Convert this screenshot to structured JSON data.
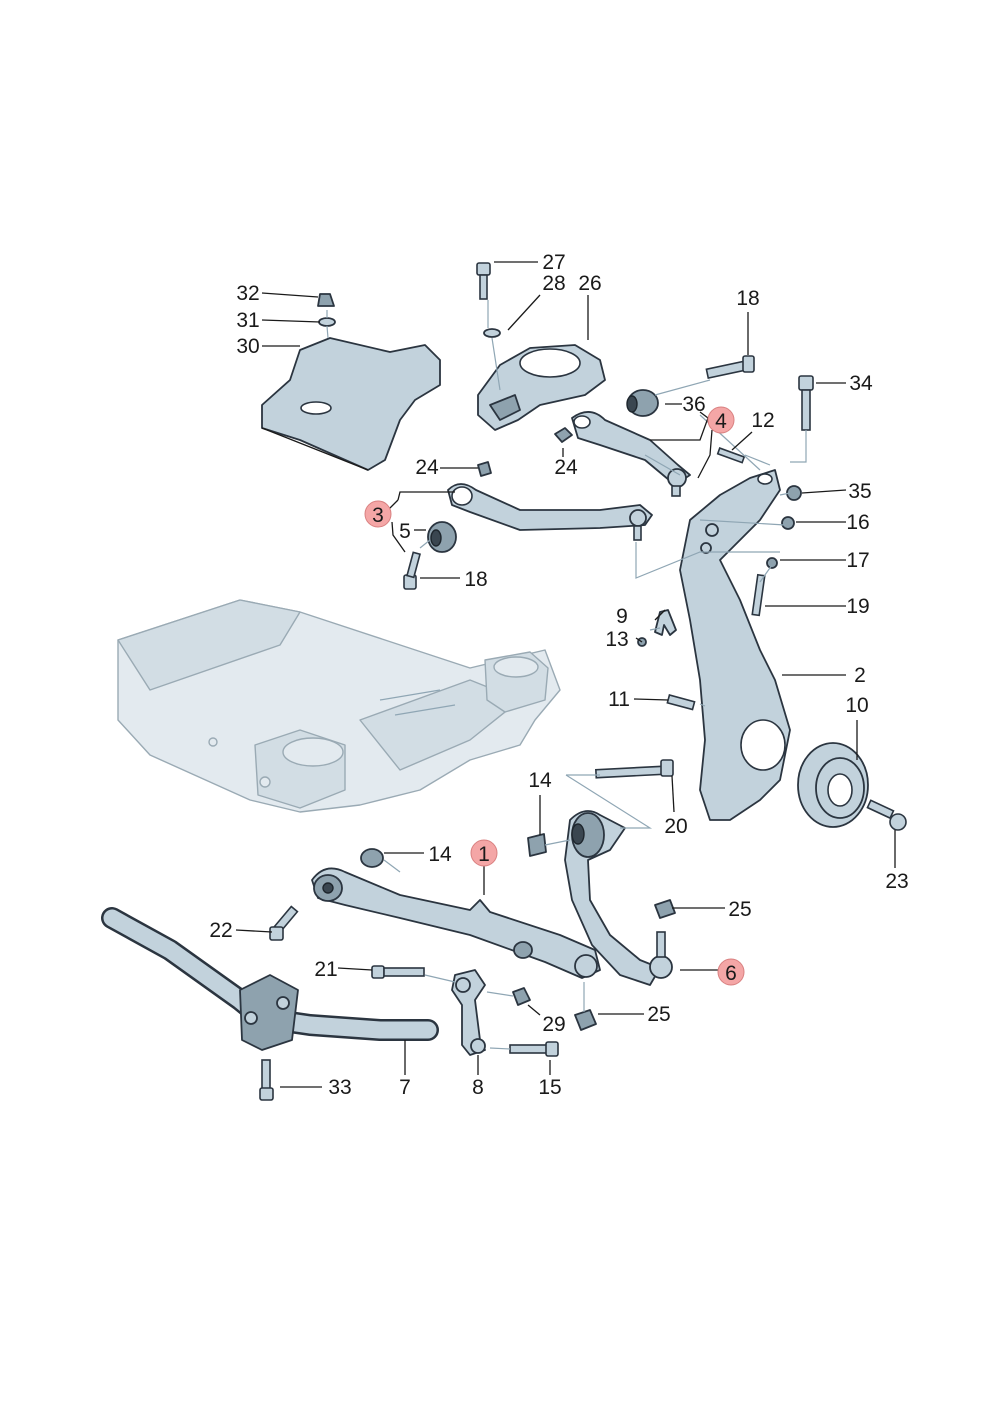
{
  "diagram": {
    "callouts": [
      {
        "id": "c1",
        "text": "1",
        "highlight": true
      },
      {
        "id": "c2",
        "text": "2"
      },
      {
        "id": "c3",
        "text": "3",
        "highlight": true
      },
      {
        "id": "c4",
        "text": "4",
        "highlight": true
      },
      {
        "id": "c5",
        "text": "5"
      },
      {
        "id": "c6",
        "text": "6",
        "highlight": true
      },
      {
        "id": "c7",
        "text": "7"
      },
      {
        "id": "c8",
        "text": "8"
      },
      {
        "id": "c9",
        "text": "9"
      },
      {
        "id": "c10",
        "text": "10"
      },
      {
        "id": "c11",
        "text": "11"
      },
      {
        "id": "c12",
        "text": "12"
      },
      {
        "id": "c13",
        "text": "13"
      },
      {
        "id": "c14a",
        "text": "14"
      },
      {
        "id": "c14b",
        "text": "14"
      },
      {
        "id": "c15",
        "text": "15"
      },
      {
        "id": "c16",
        "text": "16"
      },
      {
        "id": "c17",
        "text": "17"
      },
      {
        "id": "c18a",
        "text": "18"
      },
      {
        "id": "c18b",
        "text": "18"
      },
      {
        "id": "c19",
        "text": "19"
      },
      {
        "id": "c20",
        "text": "20"
      },
      {
        "id": "c21",
        "text": "21"
      },
      {
        "id": "c22",
        "text": "22"
      },
      {
        "id": "c23",
        "text": "23"
      },
      {
        "id": "c24a",
        "text": "24"
      },
      {
        "id": "c24b",
        "text": "24"
      },
      {
        "id": "c25a",
        "text": "25"
      },
      {
        "id": "c25b",
        "text": "25"
      },
      {
        "id": "c26",
        "text": "26"
      },
      {
        "id": "c27",
        "text": "27"
      },
      {
        "id": "c28",
        "text": "28"
      },
      {
        "id": "c29",
        "text": "29"
      },
      {
        "id": "c30",
        "text": "30"
      },
      {
        "id": "c31",
        "text": "31"
      },
      {
        "id": "c32",
        "text": "32"
      },
      {
        "id": "c33",
        "text": "33"
      },
      {
        "id": "c34",
        "text": "34"
      },
      {
        "id": "c35",
        "text": "35"
      },
      {
        "id": "c36",
        "text": "36"
      }
    ],
    "colors": {
      "part_fill": "#c2d2dc",
      "part_outline": "#2b3540",
      "subframe_fill": "#e3eaef",
      "highlight": "#f4a6a6",
      "label": "#1a1a1a"
    }
  }
}
